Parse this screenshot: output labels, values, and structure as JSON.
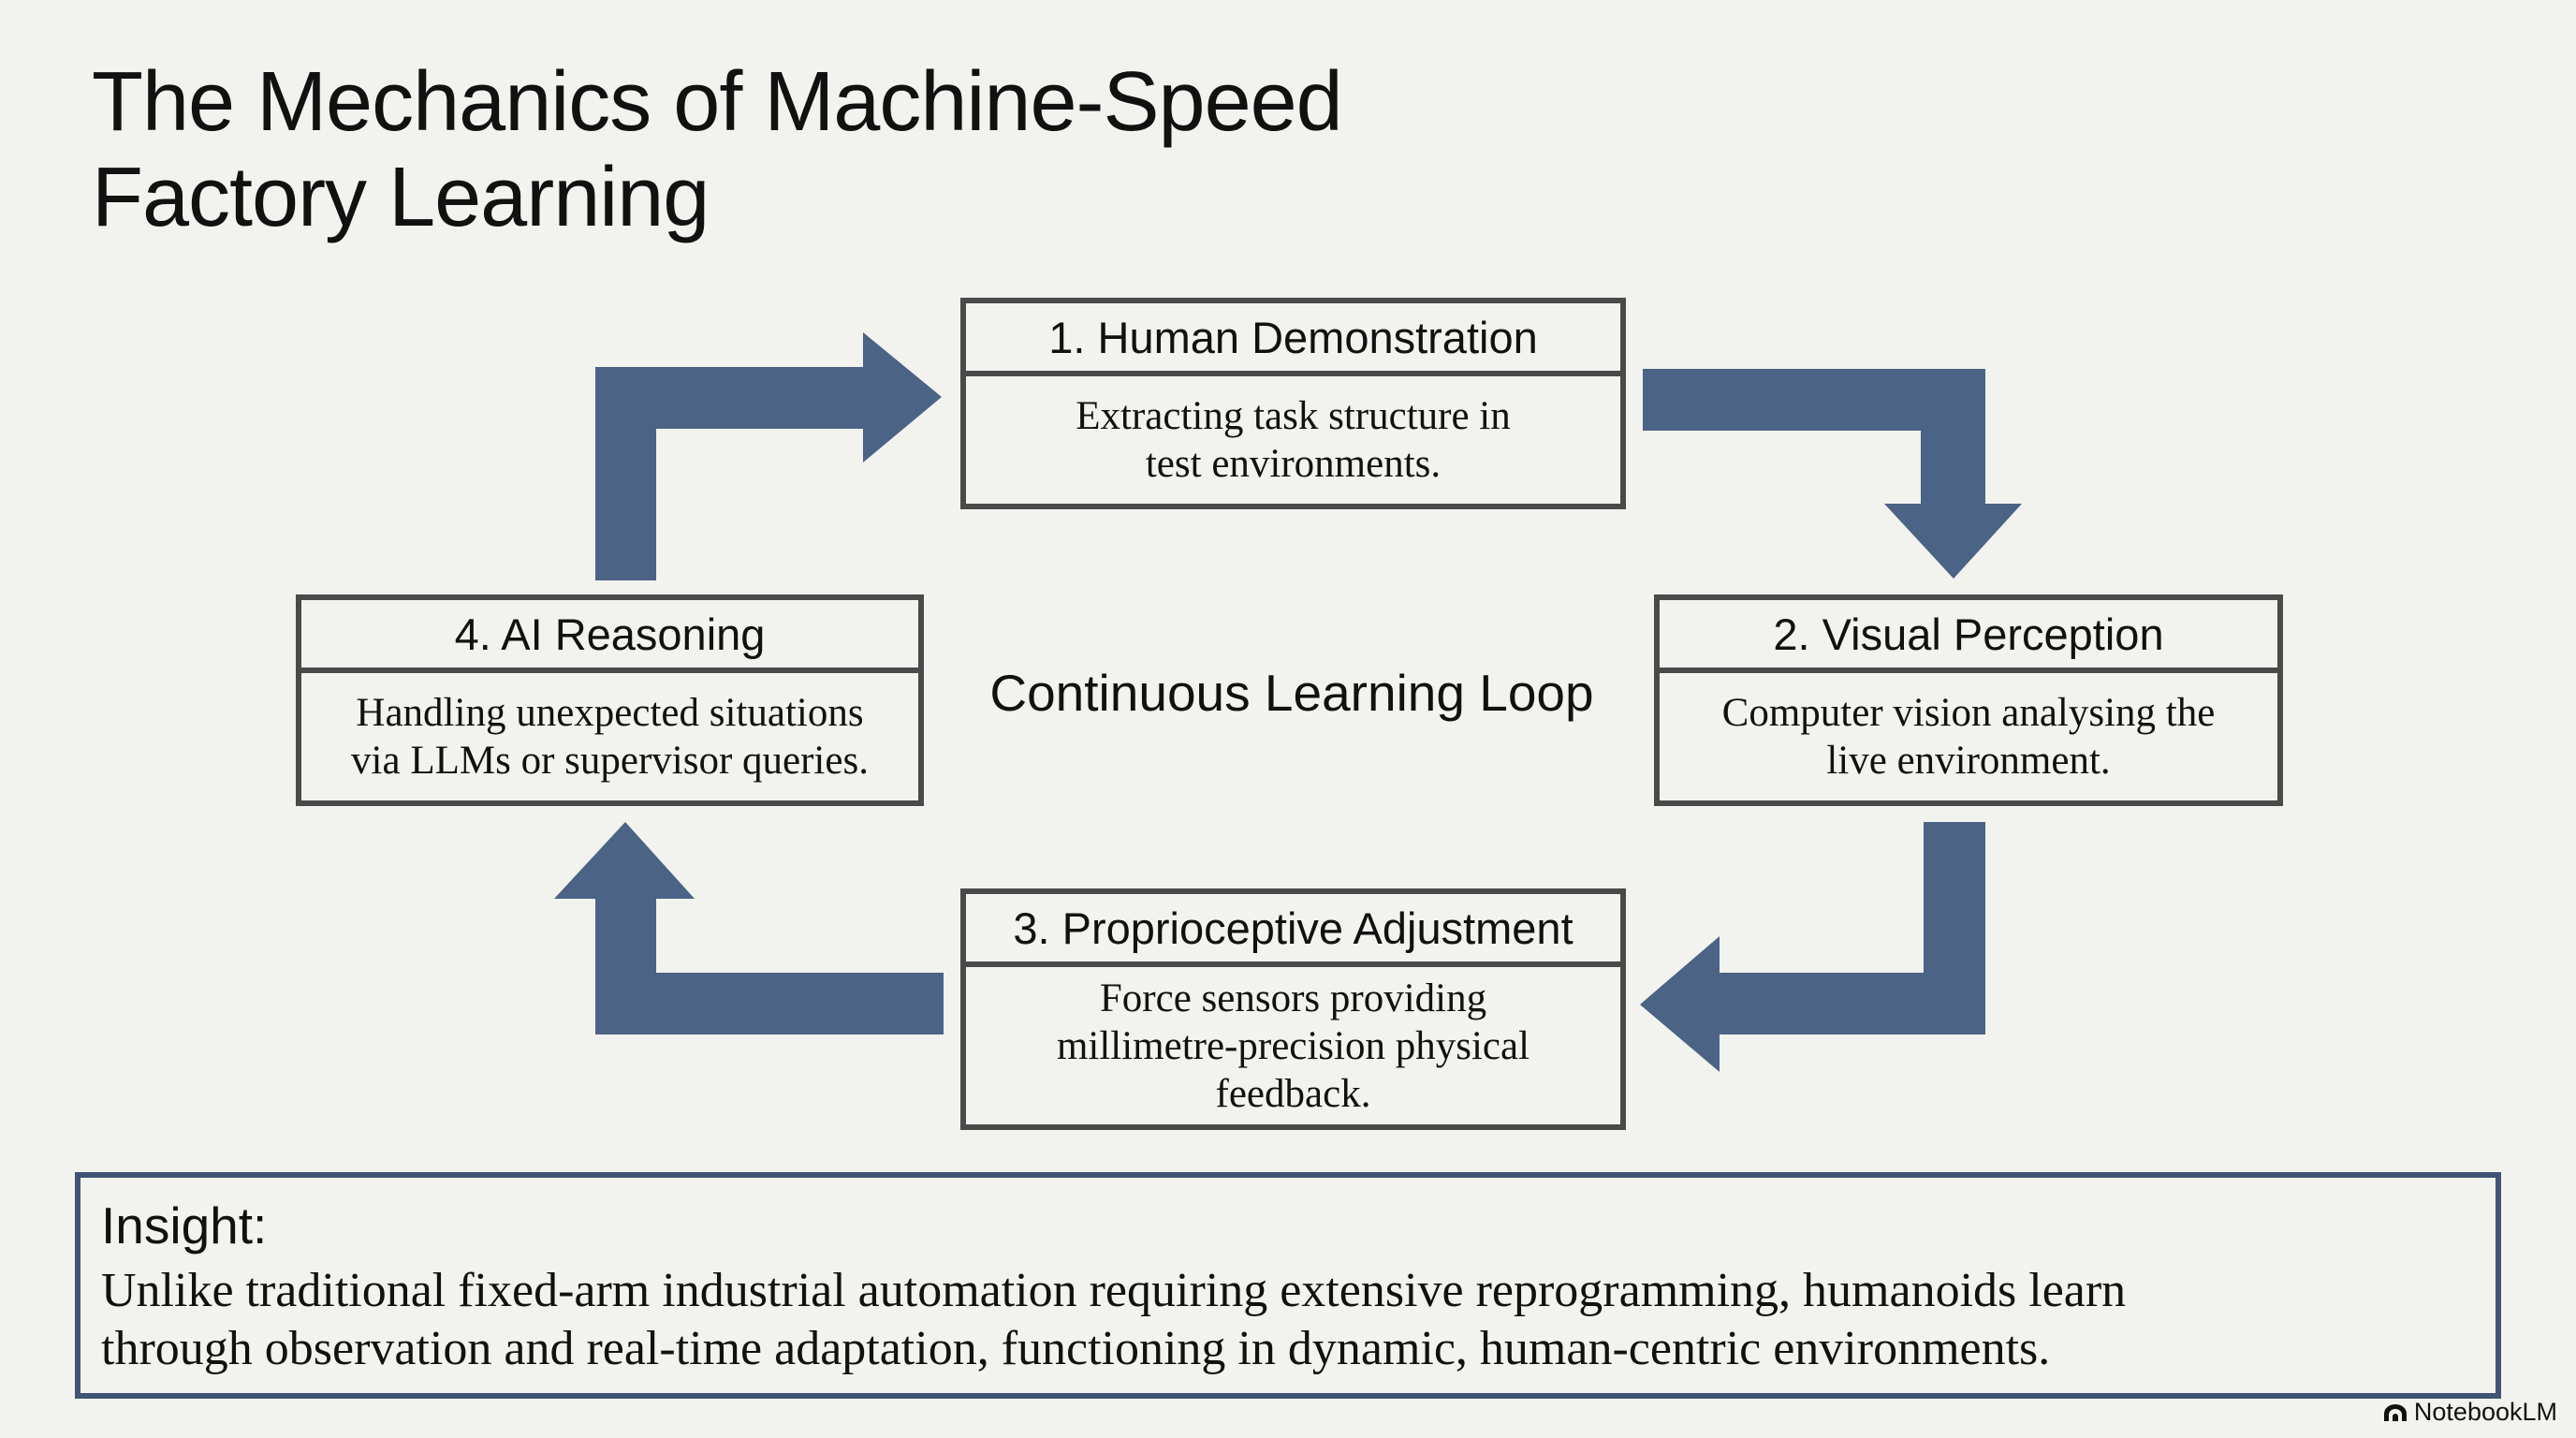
{
  "title_lines": [
    "The Mechanics of Machine-Speed",
    "Factory Learning"
  ],
  "center_label": "Continuous Learning Loop",
  "steps": [
    {
      "title": "1. Human Demonstration",
      "lines": [
        "Extracting task structure in",
        "test environments."
      ]
    },
    {
      "title": "2. Visual Perception",
      "lines": [
        "Computer vision analysing the",
        "live environment."
      ]
    },
    {
      "title": "3. Proprioceptive Adjustment",
      "lines": [
        "Force sensors providing",
        "millimetre-precision physical",
        "feedback."
      ]
    },
    {
      "title": "4. AI Reasoning",
      "lines": [
        "Handling unexpected situations",
        "via LLMs or supervisor queries."
      ]
    }
  ],
  "insight": {
    "label": "Insight:",
    "lines": [
      "Unlike traditional fixed-arm industrial automation requiring extensive reprogramming, humanoids learn",
      "through observation and real-time adaptation, functioning in dynamic, human-centric environments."
    ]
  },
  "brand": {
    "name": "NotebookLM",
    "icon": "notebooklm-logo-icon"
  },
  "colors": {
    "arrow": "#4b6384",
    "box_border": "#4a4a4a",
    "insight_border": "#3f5373",
    "background": "#f2f2ee"
  }
}
